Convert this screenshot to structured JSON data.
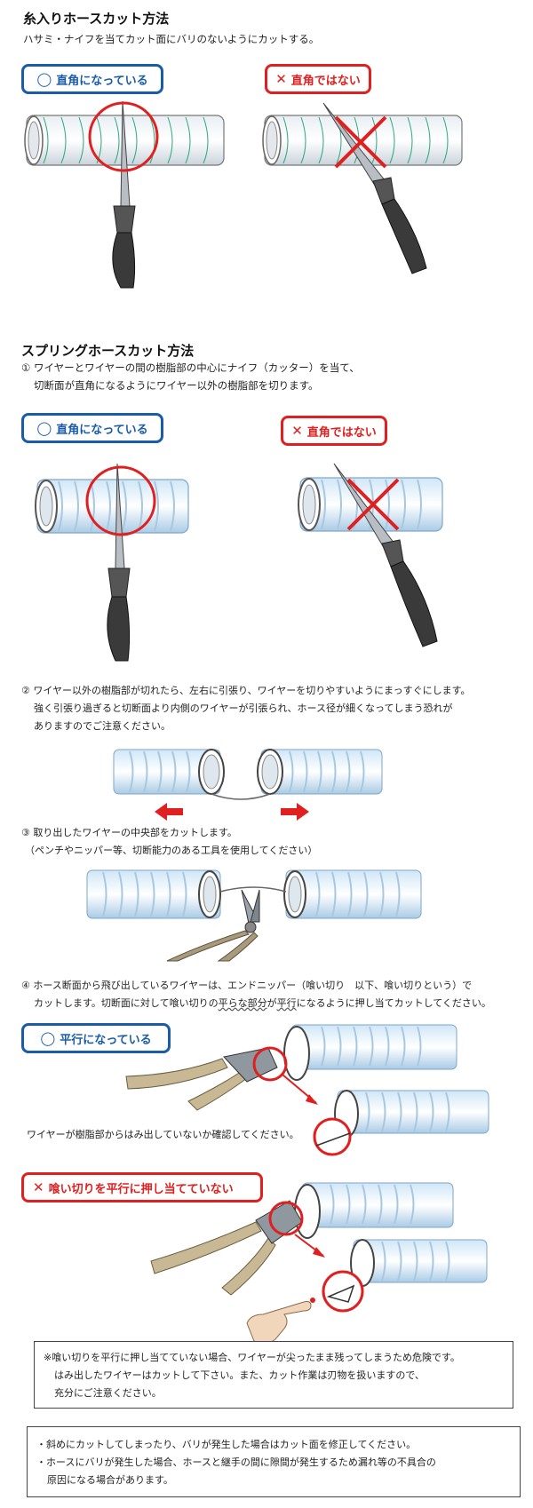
{
  "section1": {
    "title": "糸入りホースカット方法",
    "desc": "ハサミ・ナイフを当てカット面にバリのないようにカットする。",
    "ok_label": "直角になっている",
    "ng_label": "直角ではない"
  },
  "section2": {
    "title": "スプリングホースカット方法",
    "step1_line1": "① ワイヤーとワイヤーの間の樹脂部の中心にナイフ（カッター）を当て、",
    "step1_line2": "切断面が直角になるようにワイヤー以外の樹脂部を切ります。",
    "ok_label": "直角になっている",
    "ng_label": "直角ではない",
    "step2_line1": "② ワイヤー以外の樹脂部が切れたら、左右に引張り、ワイヤーを切りやすいようにまっすぐにします。",
    "step2_line2": "強く引張り過ぎると切断面より内側のワイヤーが引張られ、ホース径が細くなってしまう恐れが",
    "step2_line3": "ありますのでご注意ください。",
    "step3_line1": "③ 取り出したワイヤーの中央部をカットします。",
    "step3_line2": "（ペンチやニッパー等、切断能力のある工具を使用してください）",
    "step4_line1": "④ ホース断面から飛び出しているワイヤーは、エンドニッパー（喰い切り　以下、喰い切りという）で",
    "step4_line2_a": "カットします。切断面に対して喰い切りの",
    "step4_line2_b": "平らな部分",
    "step4_line2_c": "が",
    "step4_line2_d": "平行",
    "step4_line2_e": "になるように押し当てカットしてください。",
    "ok4_label": "平行になっている",
    "ok4_caption": "ワイヤーが樹脂部からはみ出していないか確認してください。",
    "ng4_label": "喰い切りを平行に押し当てていない",
    "warn_line1": "※喰い切りを平行に押し当てていない場合、ワイヤーが尖ったまま残ってしまうため危険です。",
    "warn_line2": "はみ出したワイヤーはカットして下さい。また、カット作業は刃物を扱いますので、",
    "warn_line3": "充分にご注意ください。",
    "bottom_line1": "・斜めにカットしてしまったり、バリが発生した場合はカット面を修正してください。",
    "bottom_line2": "・ホースにバリが発生した場合、ホースと継手の間に隙間が発生するため漏れ等の不具合の",
    "bottom_line3": "原因になる場合があります。"
  },
  "icons": {
    "ok": "circle-icon",
    "ng": "cross-icon"
  },
  "colors": {
    "ok": "#1a5ca8",
    "ng": "#e02020",
    "wire": "#2aa87a"
  }
}
